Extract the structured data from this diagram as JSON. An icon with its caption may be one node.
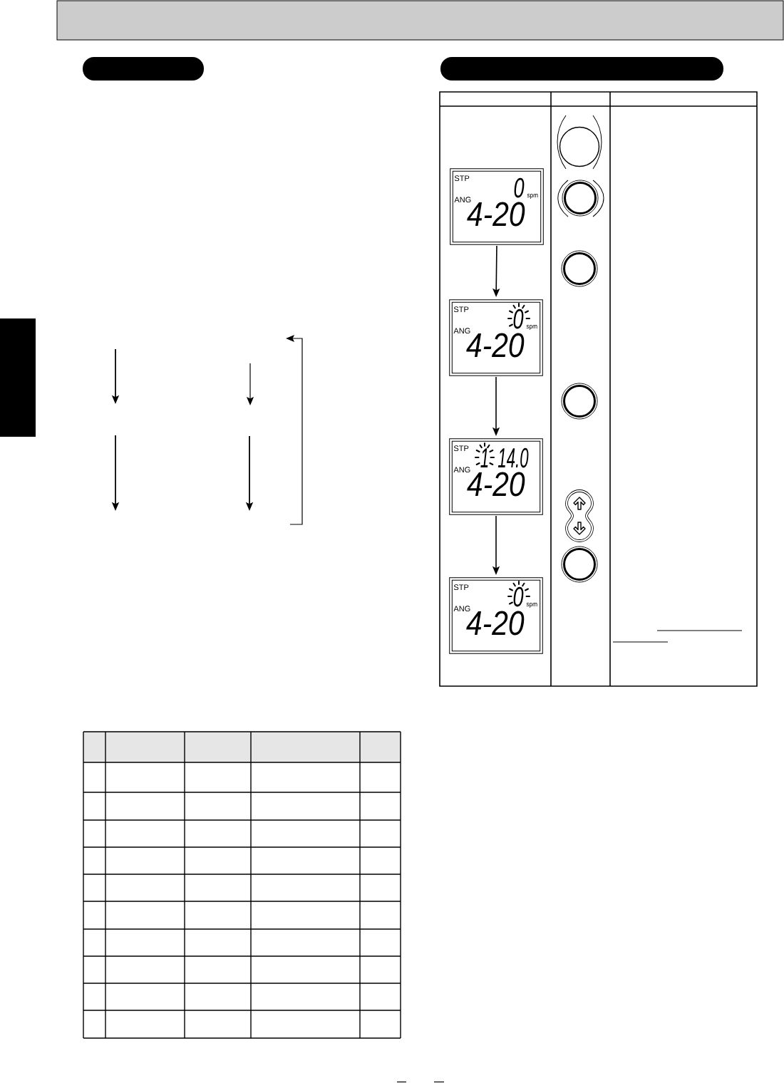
{
  "diagram": {
    "nodes": [
      {
        "text": [],
        "shape": "bar"
      },
      {
        "text": [],
        "shape": "bar"
      },
      {
        "text": [
          "STP",
          "0",
          "spm",
          "ANG",
          "4-20"
        ]
      },
      {
        "text": [
          "STP",
          "0",
          "spm",
          "ANG",
          "4-20"
        ]
      },
      {
        "text": [
          "STP",
          "1",
          "14.0",
          "ANG",
          "4-20"
        ]
      },
      {
        "text": [
          "STP",
          "0",
          "spm",
          "ANG",
          "4-20"
        ]
      },
      {
        "text": [],
        "shape": "bar"
      }
    ],
    "edges": [
      {
        "from": 2,
        "to": 3,
        "arrow": "to"
      },
      {
        "from": 3,
        "to": 4,
        "arrow": "to"
      },
      {
        "from": 4,
        "to": 5,
        "arrow": "to"
      }
    ]
  }
}
